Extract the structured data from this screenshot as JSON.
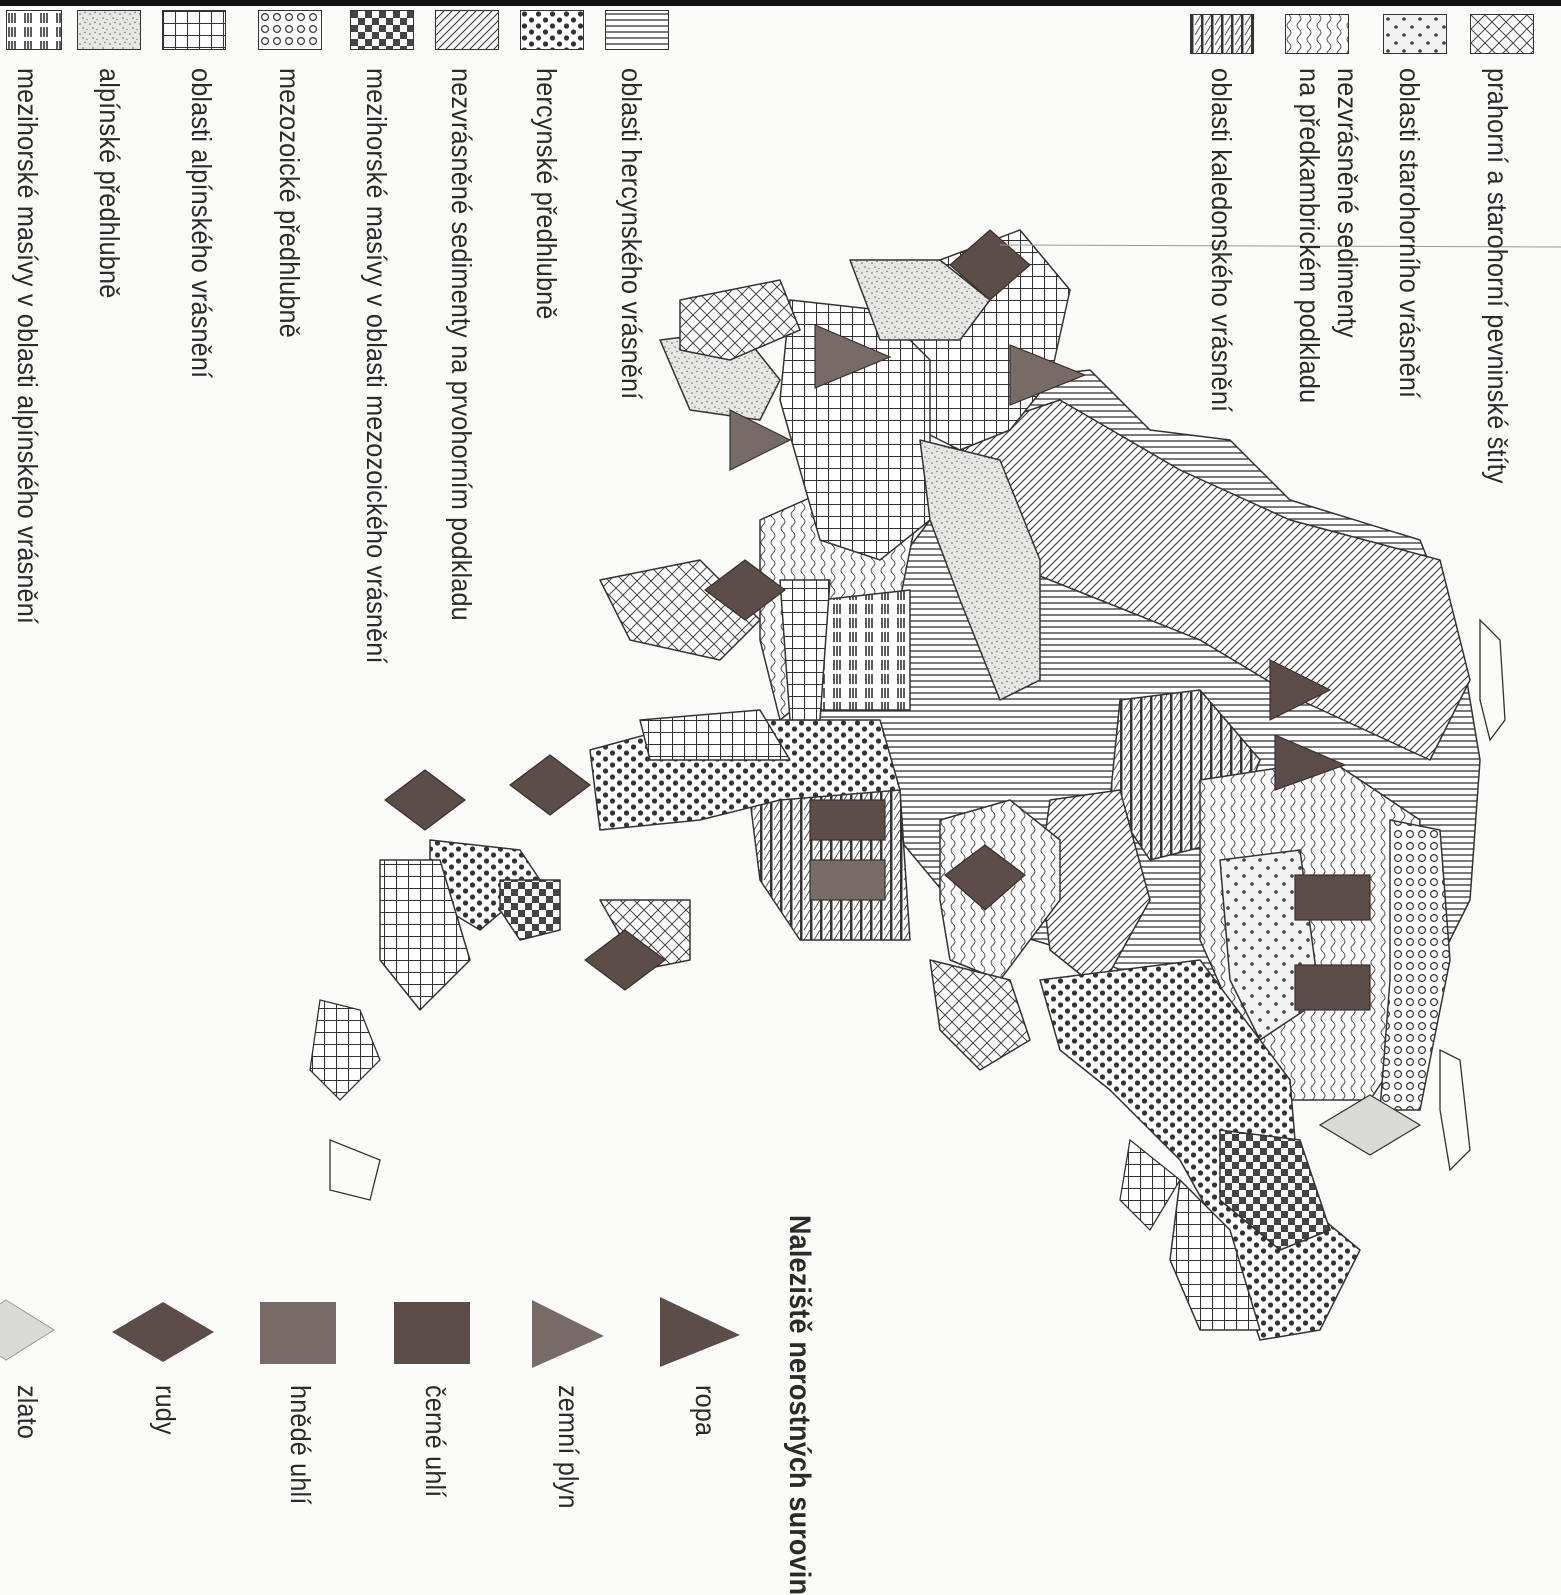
{
  "geology_legend": {
    "items": [
      {
        "label": "prahorní a starohorní pevninské štíty",
        "pattern": "crosshatch"
      },
      {
        "label": "oblasti starohorního vrásnění",
        "pattern": "stars"
      },
      {
        "label": "nezvrásněné sedimenty",
        "label2": "na předkambrickém podkladu",
        "pattern": "waves"
      },
      {
        "label": "oblasti kaledonského vrásnění",
        "pattern": "vstripes"
      },
      {
        "label": "oblasti hercynského vrásnění",
        "pattern": "hlines"
      },
      {
        "label": "hercynské předhlubně",
        "pattern": "dots"
      },
      {
        "label": "nezvrásněné sedimenty na prvohorním podkladu",
        "pattern": "diagonal"
      },
      {
        "label": "mezihorské masívy v oblasti mezozoického vrásnění",
        "pattern": "checker"
      },
      {
        "label": "mezozoické předhlubně",
        "pattern": "rings"
      },
      {
        "label": "oblasti alpínského vrásnění",
        "pattern": "grid"
      },
      {
        "label": "alpínské předhlubně",
        "pattern": "speckle"
      },
      {
        "label": "mezihorské masívy v oblasti alpínského vrásnění",
        "pattern": "dashes"
      }
    ]
  },
  "minerals_legend": {
    "title": "Naleziště nerostných surovin",
    "items": [
      {
        "label": "ropa",
        "symbol": "triangle-dark"
      },
      {
        "label": "zemní plyn",
        "symbol": "triangle-light"
      },
      {
        "label": "černé uhlí",
        "symbol": "square-dark"
      },
      {
        "label": "hnědé uhlí",
        "symbol": "square-light"
      },
      {
        "label": "rudy",
        "symbol": "diamond-dark"
      },
      {
        "label": "zlato",
        "symbol": "diamond-light"
      }
    ]
  },
  "colors": {
    "symbol_dark": "#5c4d49",
    "symbol_mid": "#786a66",
    "symbol_light": "#d9d9d6",
    "ink": "#2a2a2a"
  }
}
